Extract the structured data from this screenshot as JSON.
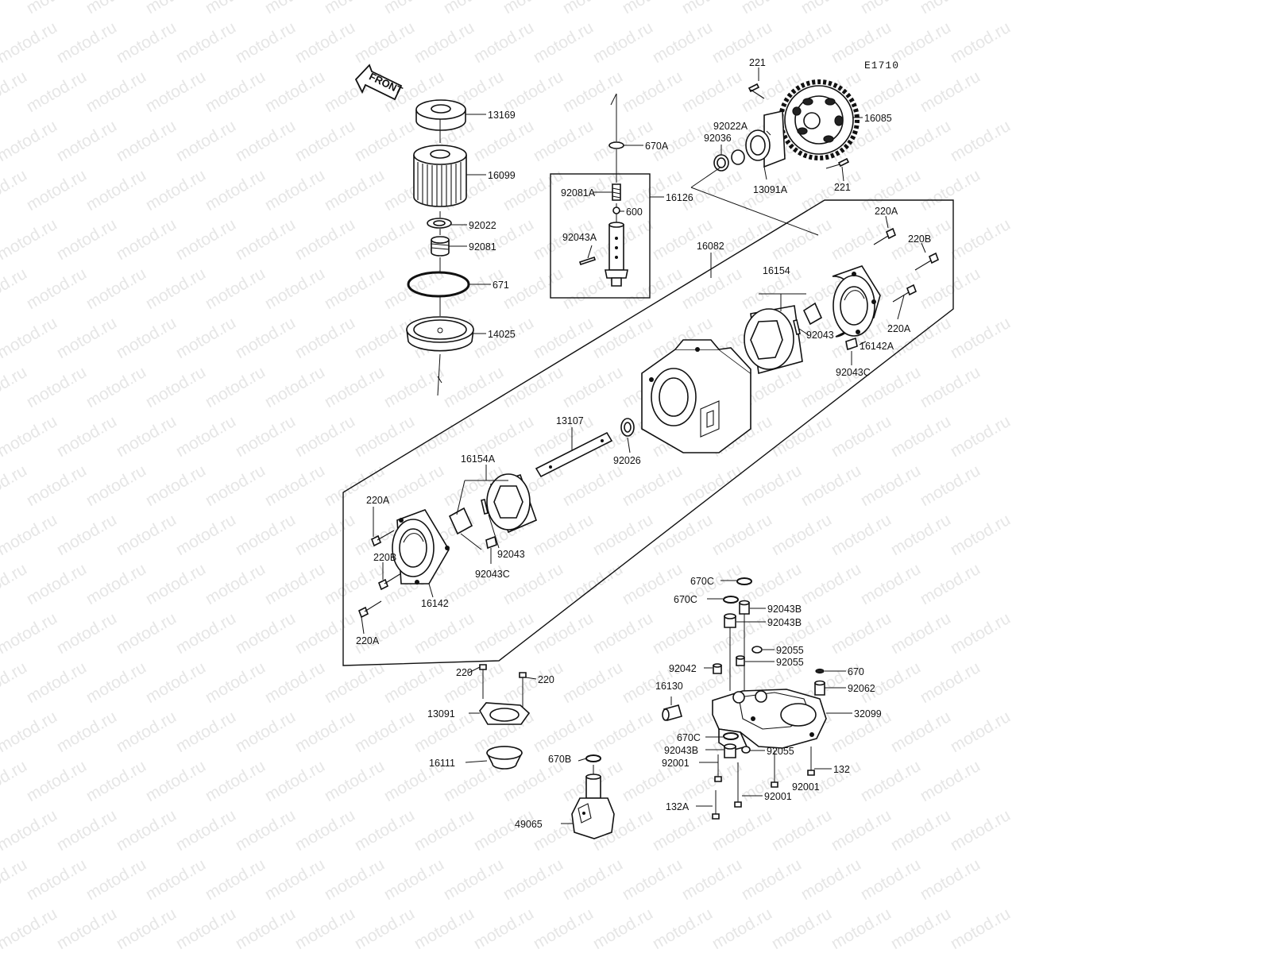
{
  "diagram": {
    "code": "E1710",
    "front_label": "FRONT",
    "watermark_text": "motod.ru",
    "labels": {
      "p13169": "13169",
      "p16099": "16099",
      "p92022": "92022",
      "p92081": "92081",
      "p671": "671",
      "p14025": "14025",
      "p670A": "670A",
      "p92081A": "92081A",
      "p16126": "16126",
      "p600": "600",
      "p92043A": "92043A",
      "p221a": "221",
      "p221b": "221",
      "p16085": "16085",
      "p92022A": "92022A",
      "p92036": "92036",
      "p13091A": "13091A",
      "p16082": "16082",
      "p220A_top": "220A",
      "p220B_top": "220B",
      "p220A_right": "220A",
      "p16154": "16154",
      "p92043_top": "92043",
      "p16142A": "16142A",
      "p92043C_top": "92043C",
      "p13107": "13107",
      "p92026": "92026",
      "p16154A": "16154A",
      "p220A_left": "220A",
      "p220B_left": "220B",
      "p16142": "16142",
      "p92043_left": "92043",
      "p92043C_left": "92043C",
      "p220A_bottom": "220A",
      "p220_left": "220",
      "p220_right": "220",
      "p13091": "13091",
      "p16111": "16111",
      "p670B": "670B",
      "p49065": "49065",
      "p670C_1": "670C",
      "p670C_2": "670C",
      "p92043B_1": "92043B",
      "p92043B_2": "92043B",
      "p92055_1": "92055",
      "p92055_2": "92055",
      "p92042": "92042",
      "p670": "670",
      "p92062": "92062",
      "p16130": "16130",
      "p32099": "32099",
      "p670C_3": "670C",
      "p92043B_3": "92043B",
      "p92055_3": "92055",
      "p92001_1": "92001",
      "p132": "132",
      "p92001_2": "92001",
      "p132A": "132A",
      "p92001_3": "92001"
    }
  }
}
